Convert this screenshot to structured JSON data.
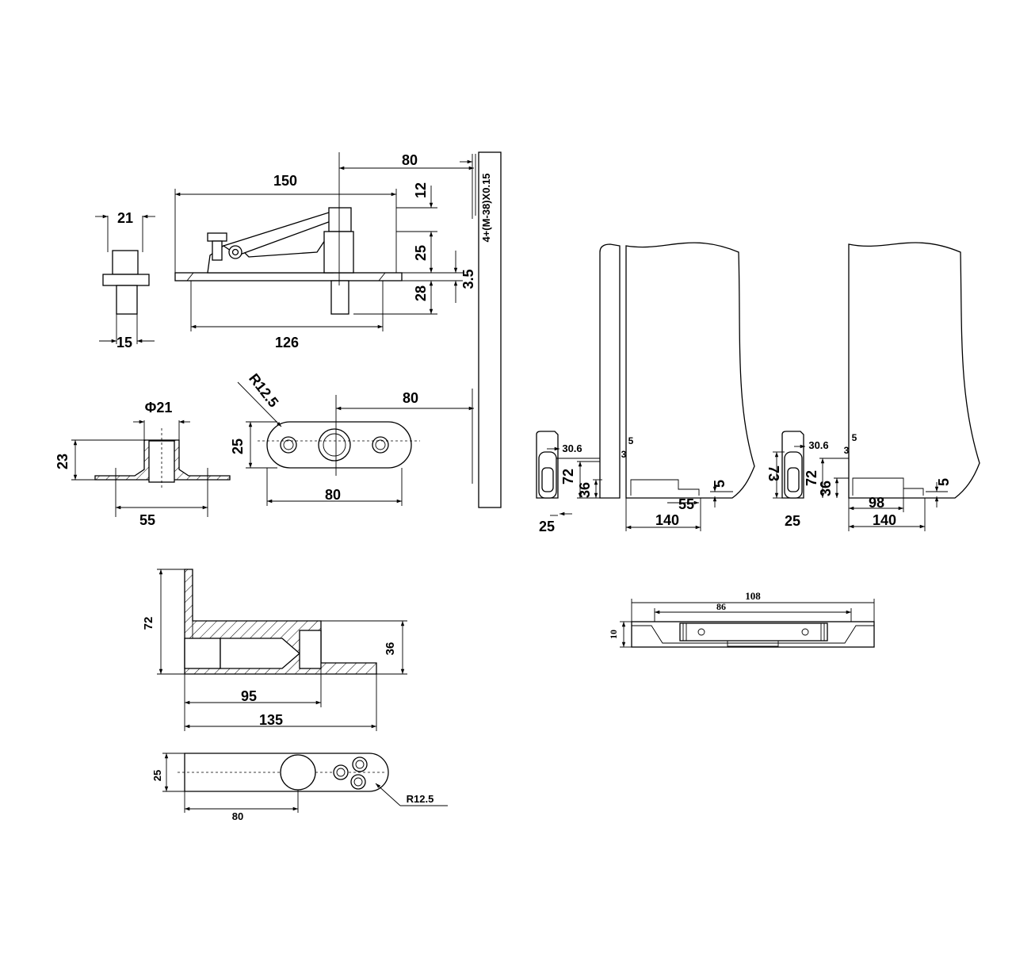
{
  "pivot_side": {
    "w_top": "21",
    "w_bottom": "15",
    "len_150": "150",
    "len_126": "126",
    "off_80": "80",
    "h_12": "12",
    "h_25": "25",
    "h_28": "28",
    "h_3_5": "3.5",
    "glass_note": "4+(M-38)X0.15"
  },
  "pivot_plan": {
    "dia": "Φ21",
    "h_23": "23",
    "w_55": "55",
    "radius": "R12.5",
    "h_25": "25",
    "w_80": "80",
    "off_80": "80"
  },
  "door_a": {
    "d30_6": "30.6",
    "d5": "5",
    "d3": "3",
    "d72": "72",
    "d36": "36",
    "d25": "25",
    "d55": "55",
    "d140": "140",
    "d5b": "5"
  },
  "door_b": {
    "d30_6": "30.6",
    "d5": "5",
    "d3": "3",
    "d73": "73",
    "d72": "72",
    "d36": "36",
    "d25": "25",
    "d98": "98",
    "d140": "140",
    "d5b": "5"
  },
  "bracket_section": {
    "h72": "72",
    "h36": "36",
    "w95": "95",
    "w135": "135"
  },
  "bracket_plan": {
    "h25": "25",
    "w80": "80",
    "radius": "R12.5"
  },
  "box_plan": {
    "w108": "108",
    "w86": "86",
    "h_small": "10"
  }
}
